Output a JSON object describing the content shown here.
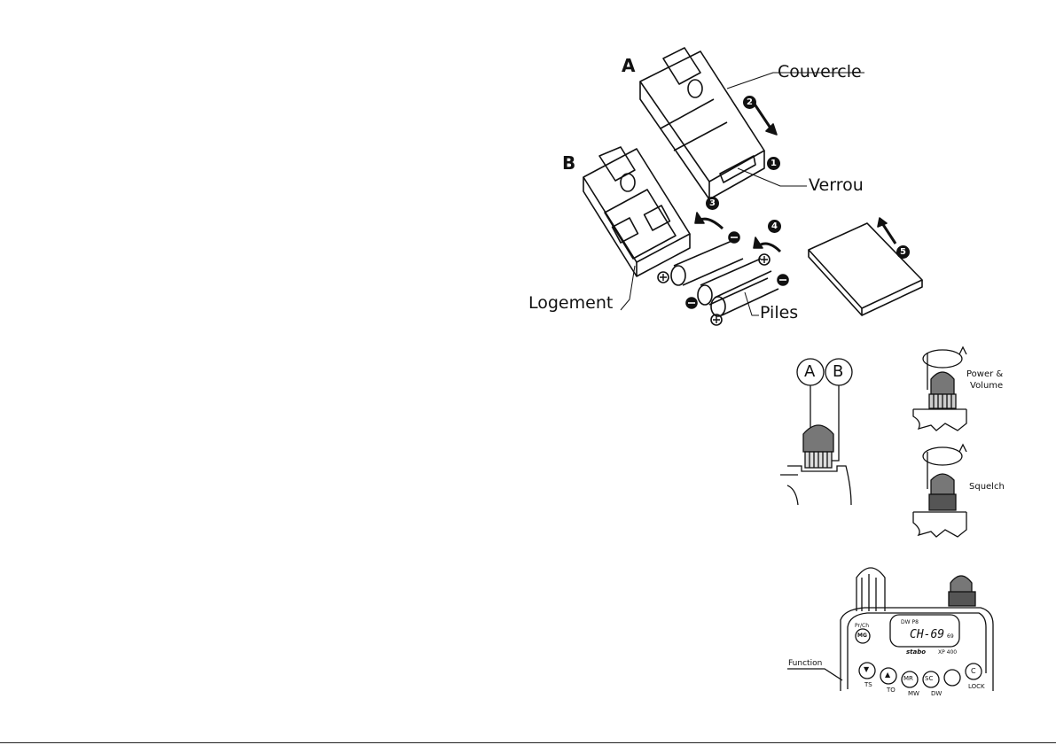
{
  "battery_figure": {
    "label_a": "A",
    "label_b": "B",
    "cover": "Couvercle",
    "latch": "Verrou",
    "compartment": "Logement",
    "batteries": "Piles",
    "steps": [
      "1",
      "2",
      "3",
      "4",
      "5"
    ]
  },
  "knob_figure": {
    "label_a": "A",
    "label_b": "B",
    "power_volume_line1": "Power &",
    "power_volume_line2": "Volume",
    "squelch": "Squelch"
  },
  "radio_figure": {
    "function": "Function",
    "pr_ch": "Pr/Ch",
    "mg": "MG",
    "display_top": "DW  P8",
    "display_channel": "CH-69",
    "display_small": "69",
    "brand": "stabo",
    "model": "XP 400",
    "buttons": [
      "▼",
      "▲",
      "MR",
      "SC",
      "C"
    ],
    "button_sublabels": [
      "TS",
      "TO",
      "MW",
      "DW",
      "LOCK"
    ]
  }
}
